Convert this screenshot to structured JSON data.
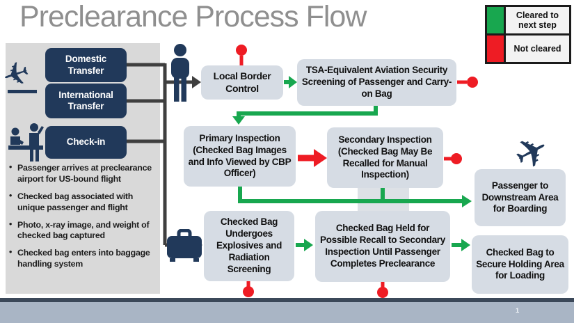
{
  "title": "Preclearance Process Flow",
  "legend": {
    "items": [
      {
        "label": "Cleared to next step",
        "color": "#18a74f"
      },
      {
        "label": "Not cleared",
        "color": "#ee1c24"
      }
    ]
  },
  "sidebar": {
    "entry_boxes": [
      {
        "label": "Domestic Transfer"
      },
      {
        "label": "International Transfer"
      },
      {
        "label": "Check-in"
      }
    ],
    "bullets": [
      "Passenger arrives at preclearance airport for  US-bound flight",
      "Checked bag associated with unique passenger and flight",
      "Photo, x-ray image, and weight of checked bag captured",
      "Checked bag enters into baggage handling system"
    ]
  },
  "flow": {
    "local_border_control": "Local Border Control",
    "tsa_screening": "TSA-Equivalent Aviation Security Screening of Passenger and Carry-on Bag",
    "primary_inspection": "Primary Inspection (Checked Bag Images and Info Viewed by CBP Officer)",
    "secondary_inspection": "Secondary Inspection (Checked Bag May Be Recalled for Manual Inspection)",
    "passenger_downstream": "Passenger to Downstream Area for Boarding",
    "bag_screening": "Checked Bag Undergoes Explosives and Radiation Screening",
    "bag_held": "Checked Bag Held for Possible Recall to Secondary Inspection Until Passenger Completes Preclearance",
    "bag_secure_holding": "Checked Bag to Secure Holding Area for Loading"
  },
  "icons": {
    "plane_glyph": "✈"
  },
  "colors": {
    "cleared_green": "#18a74f",
    "not_cleared_red": "#ee1c24",
    "navy": "#21395a",
    "flow_box_fill": "#d6dce4",
    "sidebar_bg": "#d9d9d9",
    "title_gray": "#8f8f8f",
    "footer_bar": "#a9b5c5",
    "footer_strip": "#3b4859"
  },
  "footer": {
    "page_number": "1"
  }
}
